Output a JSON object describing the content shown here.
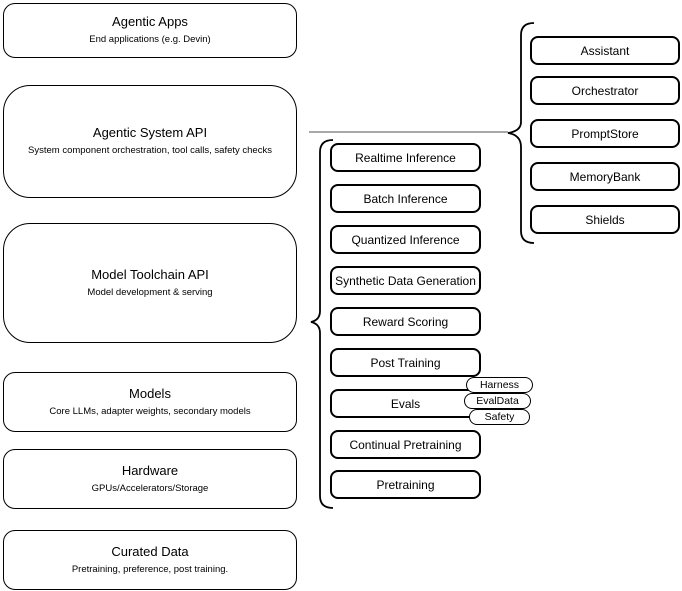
{
  "stack": {
    "items": [
      {
        "title": "Agentic Apps",
        "subtitle": "End applications (e.g. Devin)"
      },
      {
        "title": "Agentic System API",
        "subtitle": "System component orchestration, tool calls, safety checks"
      },
      {
        "title": "Model Toolchain API",
        "subtitle": "Model development & serving"
      },
      {
        "title": "Models",
        "subtitle": "Core LLMs, adapter weights, secondary models"
      },
      {
        "title": "Hardware",
        "subtitle": "GPUs/Accelerators/Storage"
      },
      {
        "title": "Curated Data",
        "subtitle": "Pretraining, preference, post training."
      }
    ]
  },
  "toolchain": {
    "items": [
      "Realtime Inference",
      "Batch Inference",
      "Quantized Inference",
      "Synthetic Data Generation",
      "Reward Scoring",
      "Post Training",
      "Evals",
      "Continual Pretraining",
      "Pretraining"
    ],
    "eval_tags": [
      "Harness",
      "EvalData",
      "Safety"
    ]
  },
  "system_components": {
    "items": [
      "Assistant",
      "Orchestrator",
      "PromptStore",
      "MemoryBank",
      "Shields"
    ]
  },
  "colors": {
    "stroke": "#000000",
    "canvas": "#ffffff",
    "connector": "#8c8c8c"
  }
}
